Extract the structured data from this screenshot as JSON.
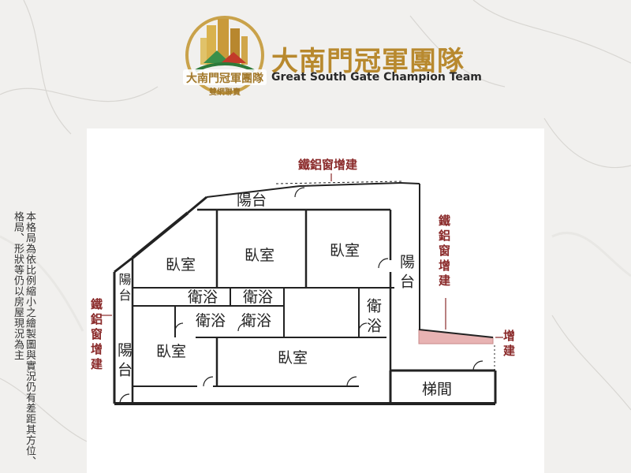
{
  "brand": {
    "name_cn": "大南門冠軍團隊",
    "name_en": "Great South Gate Champion Team",
    "logo_text": "大南門冠軍團隊",
    "logo_subtext": "雙網聯賣"
  },
  "note": "本格局為依比例縮小之繪製圖與實況仍有差距其方位、格局、形狀等仍以房屋現況為主",
  "floor_plan": {
    "rooms": {
      "bedroom_1": "臥室",
      "bedroom_2": "臥室",
      "bedroom_3": "臥室",
      "bedroom_4": "臥室",
      "bedroom_5": "臥室",
      "bathroom_1": "衛浴",
      "bathroom_2": "衛浴",
      "bathroom_3": "衛浴",
      "bathroom_4": "衛浴",
      "bathroom_5": "衛浴",
      "balcony_top": "陽台",
      "balcony_right": "陽台",
      "balcony_left_upper": "陽台",
      "balcony_left_lower": "陽台",
      "stairwell": "梯間"
    },
    "annotations": {
      "top": "鐵鋁窗增建",
      "right": "鐵鋁窗增建",
      "left": "鐵鋁窗增建",
      "far_right": "增建"
    }
  }
}
